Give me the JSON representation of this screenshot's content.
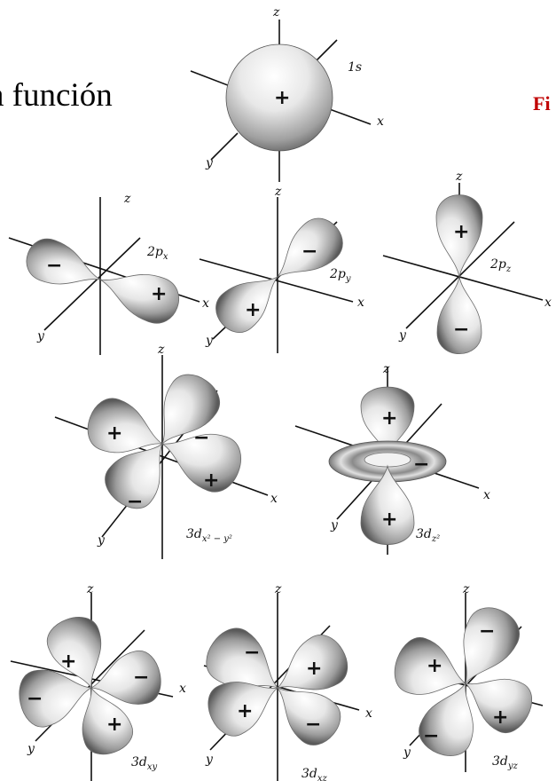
{
  "intro_text": "a función",
  "fig_label": "Fi",
  "signs": {
    "plus": "+",
    "minus": "−"
  },
  "axis_labels": {
    "x": "x",
    "y": "y",
    "z": "z"
  },
  "orbitals": [
    {
      "id": "1s",
      "main": "1s",
      "sub": ""
    },
    {
      "id": "2px",
      "main": "2p",
      "sub": "x"
    },
    {
      "id": "2py",
      "main": "2p",
      "sub": "y"
    },
    {
      "id": "2pz",
      "main": "2p",
      "sub": "z"
    },
    {
      "id": "3dx2y2",
      "main": "3d",
      "sub": "x² − y²"
    },
    {
      "id": "3dz2",
      "main": "3d",
      "sub": "z²"
    },
    {
      "id": "3dxy",
      "main": "3d",
      "sub": "xy"
    },
    {
      "id": "3dxz",
      "main": "3d",
      "sub": "xz"
    },
    {
      "id": "3dyz",
      "main": "3d",
      "sub": "yz"
    }
  ],
  "colors": {
    "fig_label": "#c00000",
    "lobe_light": "#ffffff",
    "lobe_dark": "#5a5a5a",
    "ink": "#111111"
  }
}
